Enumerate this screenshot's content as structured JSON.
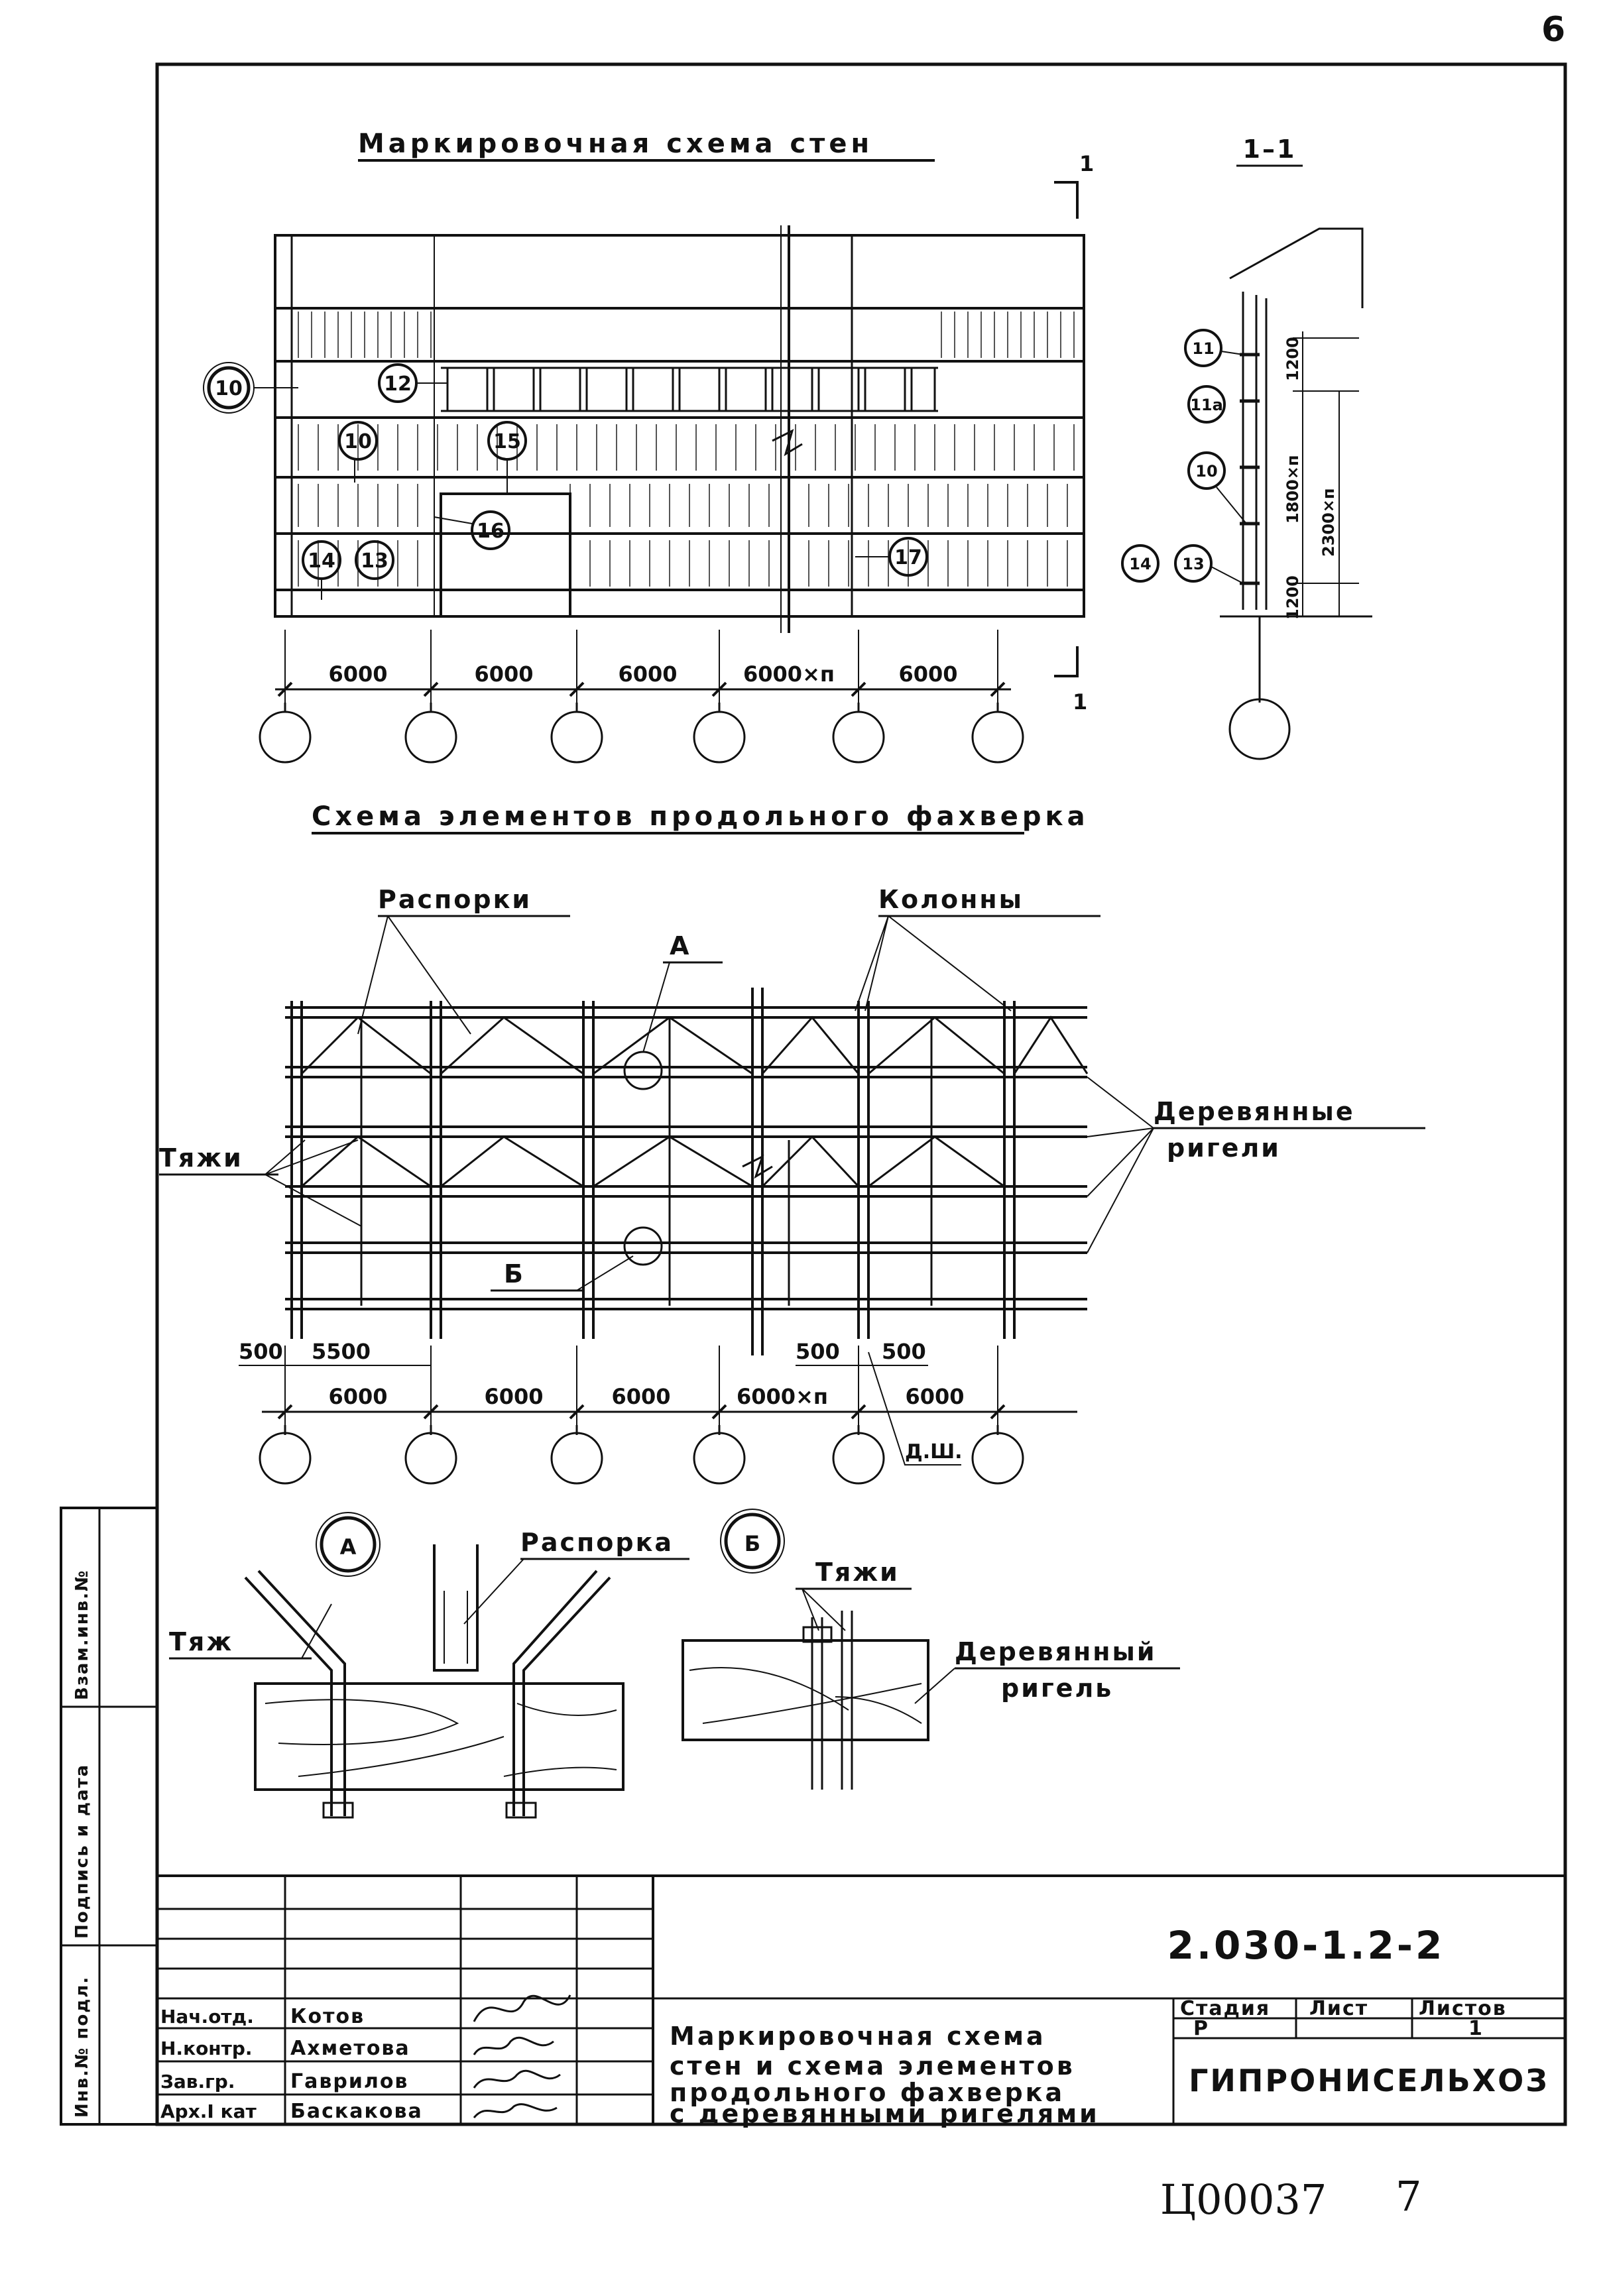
{
  "page_number": "6",
  "sheet_code": "2.030-1.2-2",
  "footer": {
    "archive_number": "Ц00037",
    "page": "7"
  },
  "elevation": {
    "title": "Маркировочная схема стен",
    "section_mark": "1",
    "dims": [
      "6000",
      "6000",
      "6000",
      "6000×п",
      "6000"
    ],
    "markers": {
      "m10": "10",
      "m10b": "10",
      "m12": "12",
      "m13": "13",
      "m14": "14",
      "m15": "15",
      "m16": "16",
      "m17": "17"
    }
  },
  "section": {
    "title": "1–1",
    "markers": {
      "m11": "11",
      "m11a": "11а",
      "m10": "10",
      "m13": "13",
      "m14": "14"
    },
    "dims": {
      "d1200a": "1200",
      "d1800": "1800×п",
      "d2300": "2300×п",
      "d1200b": "1200"
    }
  },
  "framework": {
    "title": "Схема элементов продольного фахверка",
    "labels": {
      "braces": "Распорки",
      "columns": "Колонны",
      "rods": "Тяжи",
      "wood_rails_1": "Деревянные",
      "wood_rails_2": "ригели",
      "node_a": "А",
      "node_b": "Б",
      "dsh": "Д.Ш."
    },
    "dims_top": [
      "500",
      "5500",
      "500",
      "500"
    ],
    "dims_main": [
      "6000",
      "6000",
      "6000",
      "6000×п",
      "6000"
    ]
  },
  "details": {
    "a": {
      "mark": "А",
      "brace": "Распорка",
      "rod": "Тяж"
    },
    "b": {
      "mark": "Б",
      "rods": "Тяжи",
      "rail_1": "Деревянный",
      "rail_2": "ригель"
    }
  },
  "title_block": {
    "sidebar": {
      "c1": "Инв.№ подл.",
      "c2": "Подпись и дата",
      "c3": "Взам.инв.№"
    },
    "roles": [
      "Нач.отд.",
      "Н.контр.",
      "Зав.гр.",
      "Арх.I кат"
    ],
    "names": [
      "Котов",
      "Ахметова",
      "Гаврилов",
      "Баскакова"
    ],
    "title_lines": [
      "Маркировочная схема",
      "стен и схема элементов",
      "продольного фахверка",
      "с деревянными ригелями"
    ],
    "stage_header": "Стадия",
    "sheet_header": "Лист",
    "sheets_header": "Листов",
    "stage": "Р",
    "sheets": "1",
    "organization": "ГИПРОНИСЕЛЬХОЗ"
  }
}
